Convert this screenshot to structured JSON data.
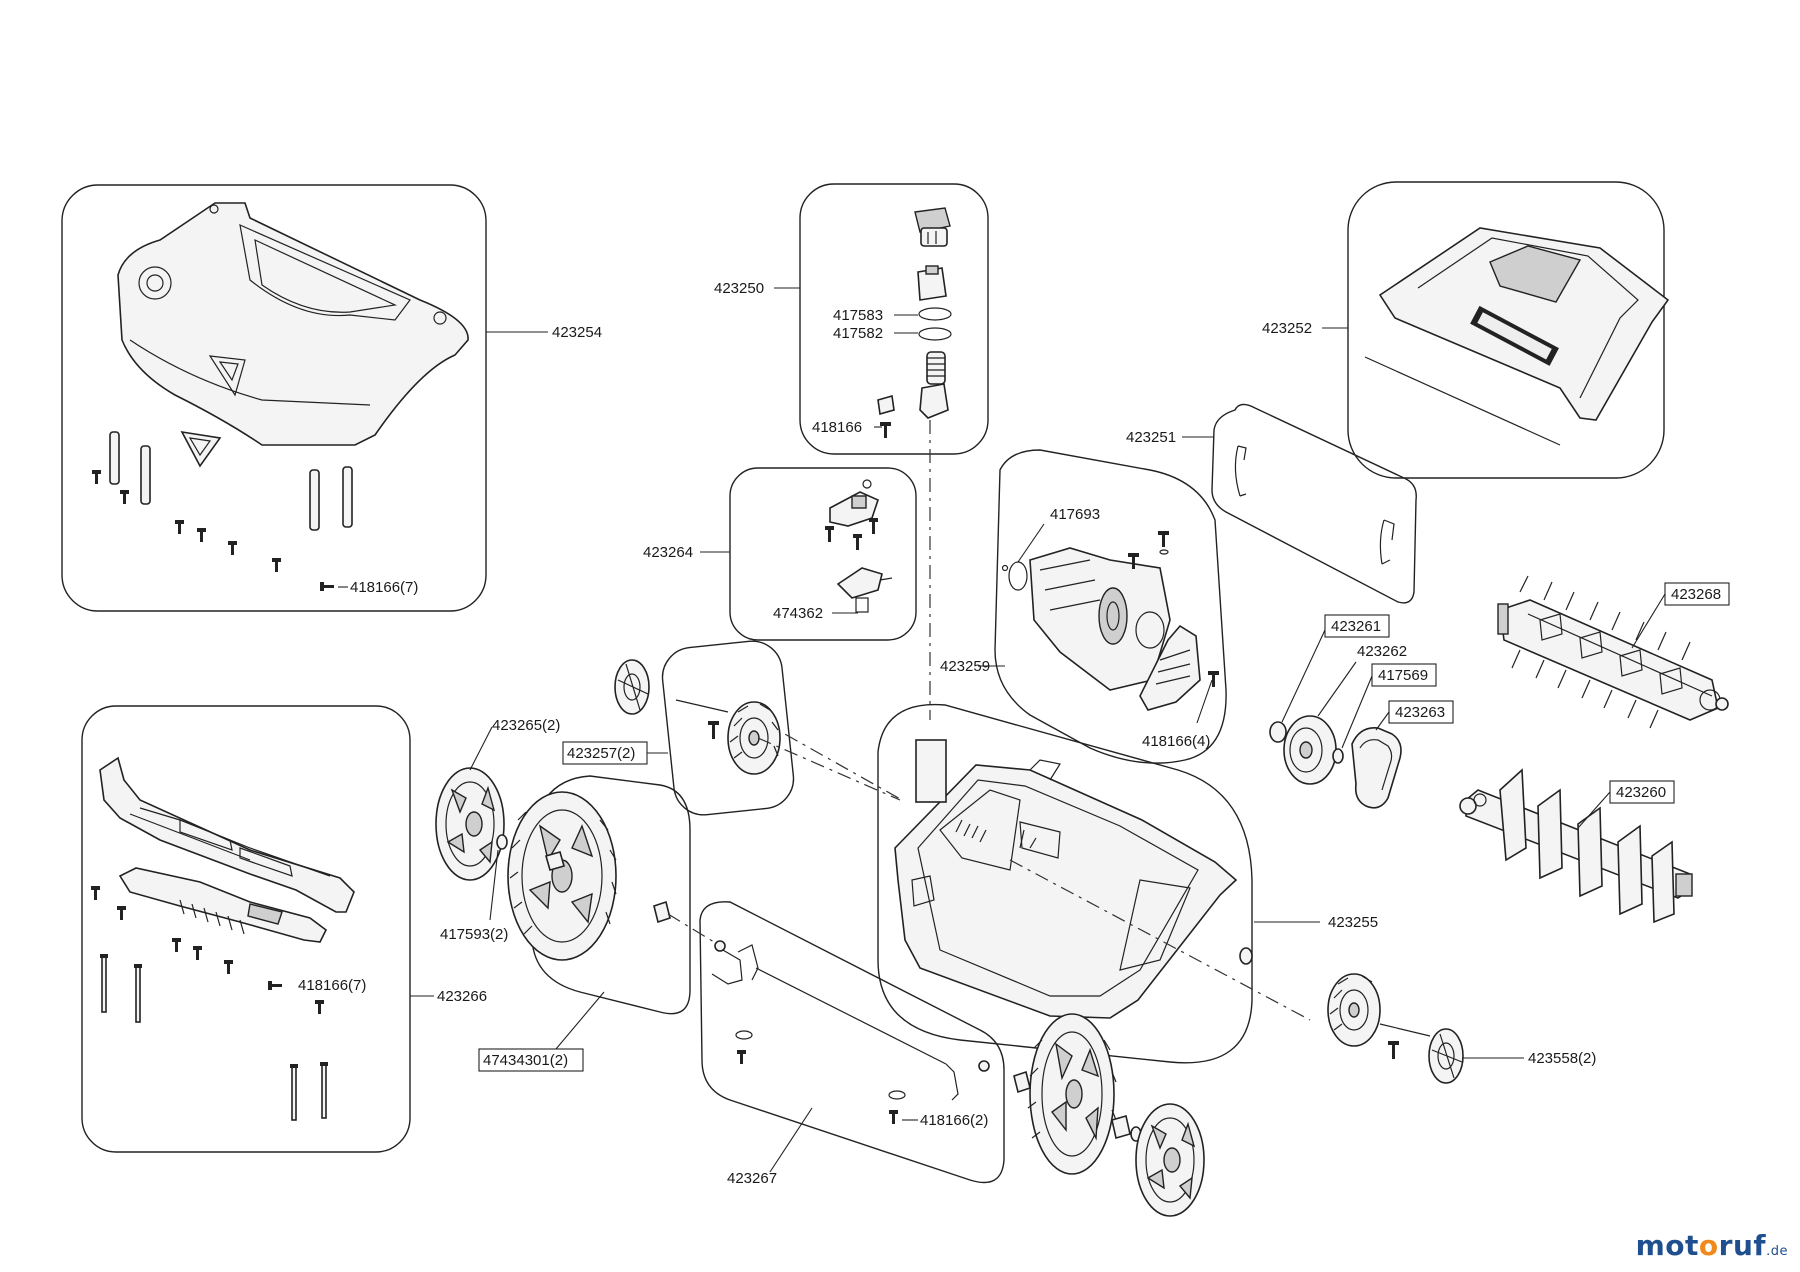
{
  "parts": {
    "p423254": "423254",
    "p418166_7a": "418166(7)",
    "p423250": "423250",
    "p417583": "417583",
    "p417582": "417582",
    "p418166": "418166",
    "p423252": "423252",
    "p423251": "423251",
    "p417693": "417693",
    "p423264": "423264",
    "p474362": "474362",
    "p423259": "423259",
    "p418166_4": "418166(4)",
    "p423268": "423268",
    "p423261": "423261",
    "p423262": "423262",
    "p417569": "417569",
    "p423263": "423263",
    "p423265_2": "423265(2)",
    "p423257_2": "423257(2)",
    "p423260": "423260",
    "p417593_2": "417593(2)",
    "p423255": "423255",
    "p418166_7b": "418166(7)",
    "p423266": "423266",
    "p47434301_2": "47434301(2)",
    "p423558_2": "423558(2)",
    "p418166_2": "418166(2)",
    "p423267": "423267"
  },
  "logo": {
    "part1": "mot",
    "part2": "o",
    "part3": "ruf",
    "suffix": ".de"
  }
}
